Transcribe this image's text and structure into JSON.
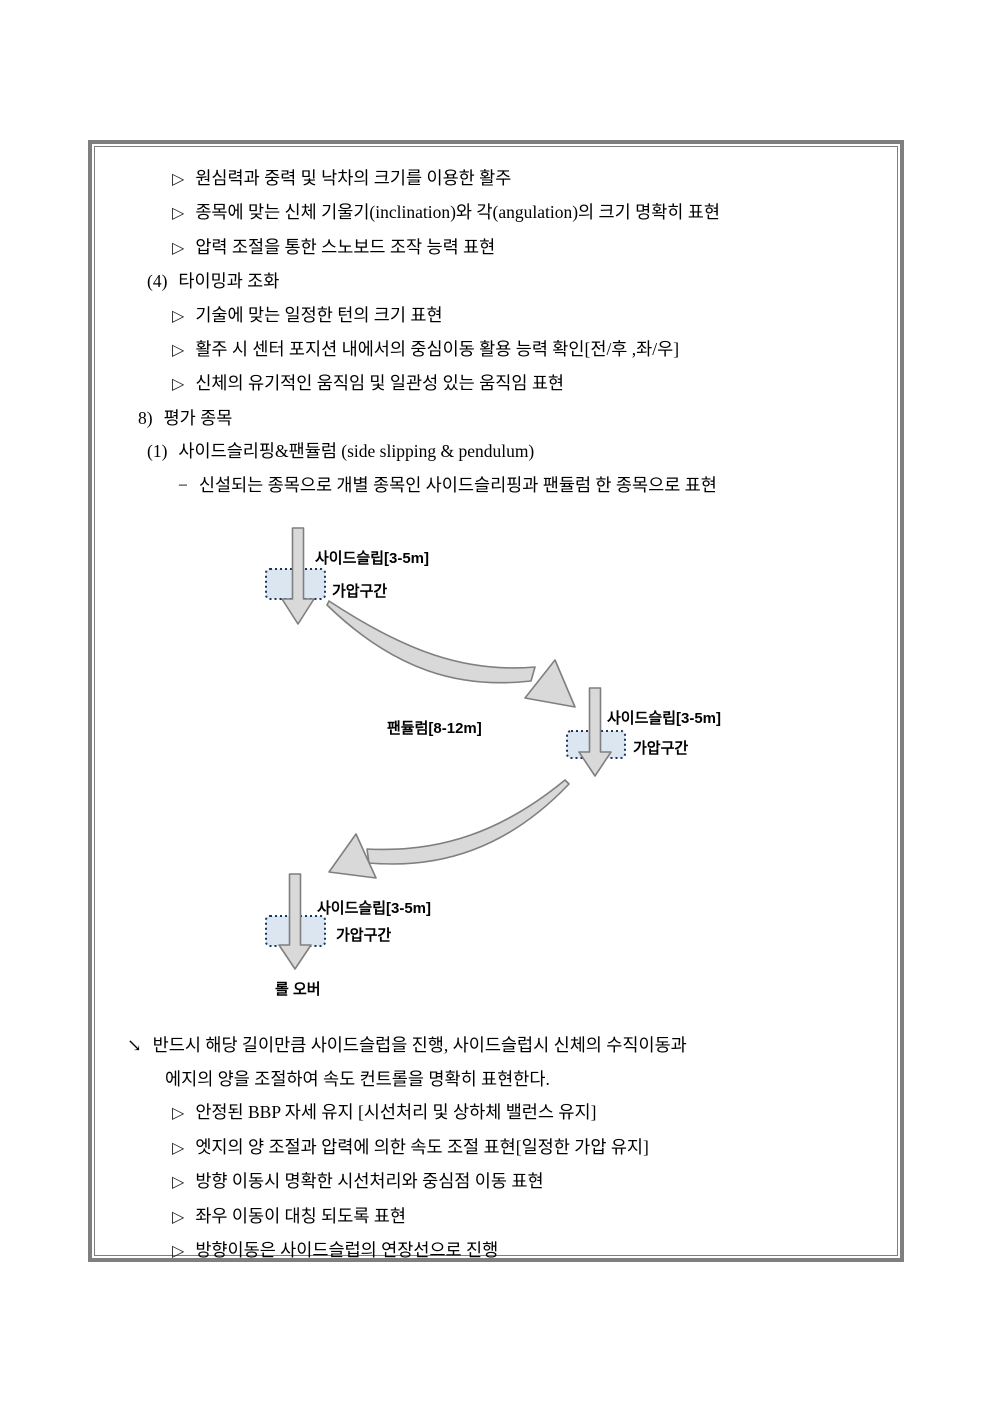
{
  "body": {
    "top_lines": [
      {
        "marker": "▷",
        "text": "원심력과 중력 및 낙차의 크기를 이용한 활주"
      },
      {
        "marker": "▷",
        "text": "종목에 맞는 신체 기울기(inclination)와 각(angulation)의 크기 명확히 표현"
      },
      {
        "marker": "▷",
        "text": "압력 조절을 통한 스노보드 조작 능력 표현"
      },
      {
        "marker": "(4)",
        "text": "타이밍과 조화"
      },
      {
        "marker": "▷",
        "text": "기술에 맞는 일정한 턴의 크기 표현"
      },
      {
        "marker": "▷",
        "text": "활주 시 센터 포지션 내에서의 중심이동 활용 능력 확인[전/후 ,좌/우]"
      },
      {
        "marker": "▷",
        "text": "신체의 유기적인 움직임 및 일관성 있는 움직임 표현"
      },
      {
        "marker": "8)",
        "text": "평가 종목"
      },
      {
        "marker": "(1)",
        "text": "사이드슬리핑&팬듈럼 (side slipping & pendulum)"
      },
      {
        "marker": "−",
        "text": "신설되는 종목으로 개별 종목인 사이드슬리핑과 팬듈럼 한 종목으로 표현"
      }
    ],
    "bottom_lines": [
      {
        "marker": "↘",
        "text": "반드시 해당 길이만큼 사이드슬럽을 진행, 사이드슬럽시 신체의 수직이동과"
      },
      {
        "marker": "",
        "text": "에지의 양을 조절하여 속도 컨트롤을 명확히 표현한다."
      },
      {
        "marker": "▷",
        "text": "안정된 BBP 자세 유지 [시선처리 및 상하체 밸런스 유지]"
      },
      {
        "marker": "▷",
        "text": "엣지의 양 조절과 압력에 의한 속도 조절 표현[일정한 가압 유지]"
      },
      {
        "marker": "▷",
        "text": "방향 이동시 명확한 시선처리와 중심점 이동 표현"
      },
      {
        "marker": "▷",
        "text": "좌우 이동이 대칭 되도록 표현"
      },
      {
        "marker": "▷",
        "text": "방향이동은 사이드슬럽의 연장선으로 진행"
      }
    ]
  },
  "diagram": {
    "side_slip_label": "사이드슬립[3-5m]",
    "pressure_label": "가압구간",
    "pendulum_label": "팬듈럼[8-12m]",
    "rollover_label": "롤 오버"
  },
  "colors": {
    "page_border": "#7f7f7f",
    "arrow_fill": "#d9d9d9",
    "arrow_stroke": "#7f7f7f",
    "pressure_box_fill": "#dce6f1",
    "pressure_box_border": "#17375d",
    "text": "#000000"
  }
}
